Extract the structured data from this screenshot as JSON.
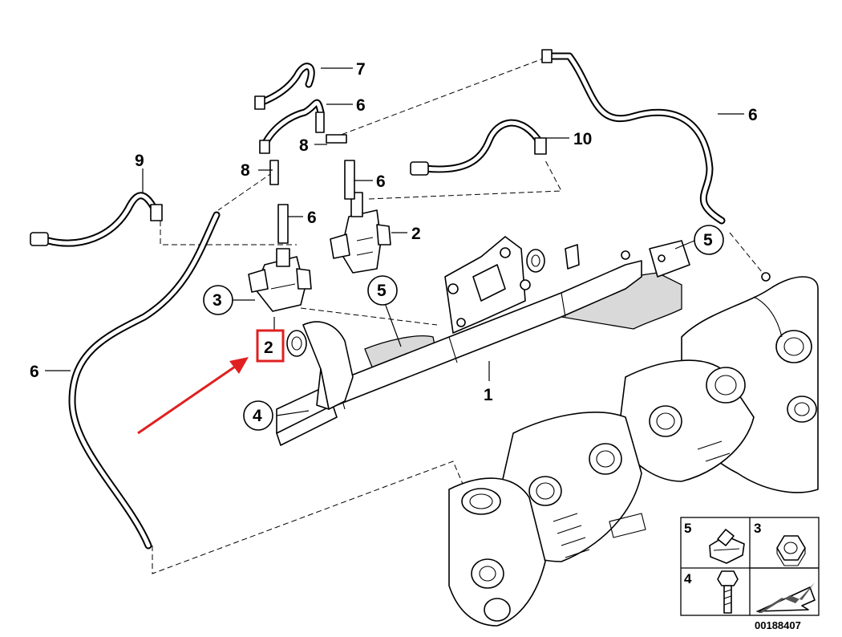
{
  "callouts": {
    "c1": "1",
    "c2_upper": "2",
    "c2_lower": "2",
    "c3": "3",
    "c4": "4",
    "c5_left": "5",
    "c5_right": "5",
    "c6_top_right": "6",
    "c6_upper_mid": "6",
    "c6_lower_mid": "6",
    "c6_left_mid": "6",
    "c6_left": "6",
    "c7": "7",
    "c8_upper": "8",
    "c8_lower": "8",
    "c9": "9",
    "c10": "10"
  },
  "legend": {
    "cell_top_left": "5",
    "cell_top_right": "3",
    "cell_bottom_left": "4"
  },
  "drawing_number": "00188407",
  "highlight": {
    "color": "#e02020"
  }
}
